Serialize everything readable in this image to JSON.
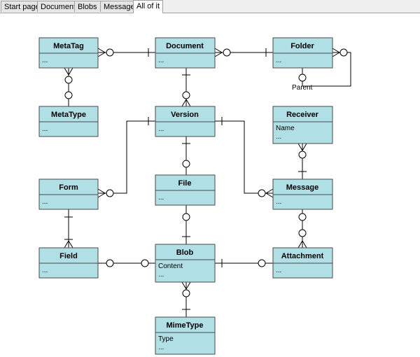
{
  "tabs": [
    {
      "label": "Start page"
    },
    {
      "label": "Document"
    },
    {
      "label": "Blobs"
    },
    {
      "label": "Message"
    },
    {
      "label": "All of it"
    }
  ],
  "entities": {
    "metatag": {
      "title": "MetaTag",
      "fields": [
        "..."
      ]
    },
    "document": {
      "title": "Document",
      "fields": [
        "..."
      ]
    },
    "folder": {
      "title": "Folder",
      "fields": [
        "..."
      ]
    },
    "metatype": {
      "title": "MetaType",
      "fields": [
        "..."
      ]
    },
    "version": {
      "title": "Version",
      "fields": [
        "..."
      ]
    },
    "receiver": {
      "title": "Receiver",
      "fields": [
        "Name",
        "..."
      ]
    },
    "form": {
      "title": "Form",
      "fields": [
        "..."
      ]
    },
    "file": {
      "title": "File",
      "fields": [
        "..."
      ]
    },
    "message": {
      "title": "Message",
      "fields": [
        "..."
      ]
    },
    "field": {
      "title": "Field",
      "fields": [
        "..."
      ]
    },
    "blob": {
      "title": "Blob",
      "fields": [
        "Content",
        "..."
      ]
    },
    "attachment": {
      "title": "Attachment",
      "fields": [
        "..."
      ]
    },
    "mimetype": {
      "title": "MimeType",
      "fields": [
        "Type",
        "..."
      ]
    }
  },
  "relation_labels": {
    "folder_parent": "Parent"
  },
  "colors": {
    "entity_fill": "#b0dfe5",
    "entity_border": "#4a4a4a",
    "line": "#000000"
  }
}
